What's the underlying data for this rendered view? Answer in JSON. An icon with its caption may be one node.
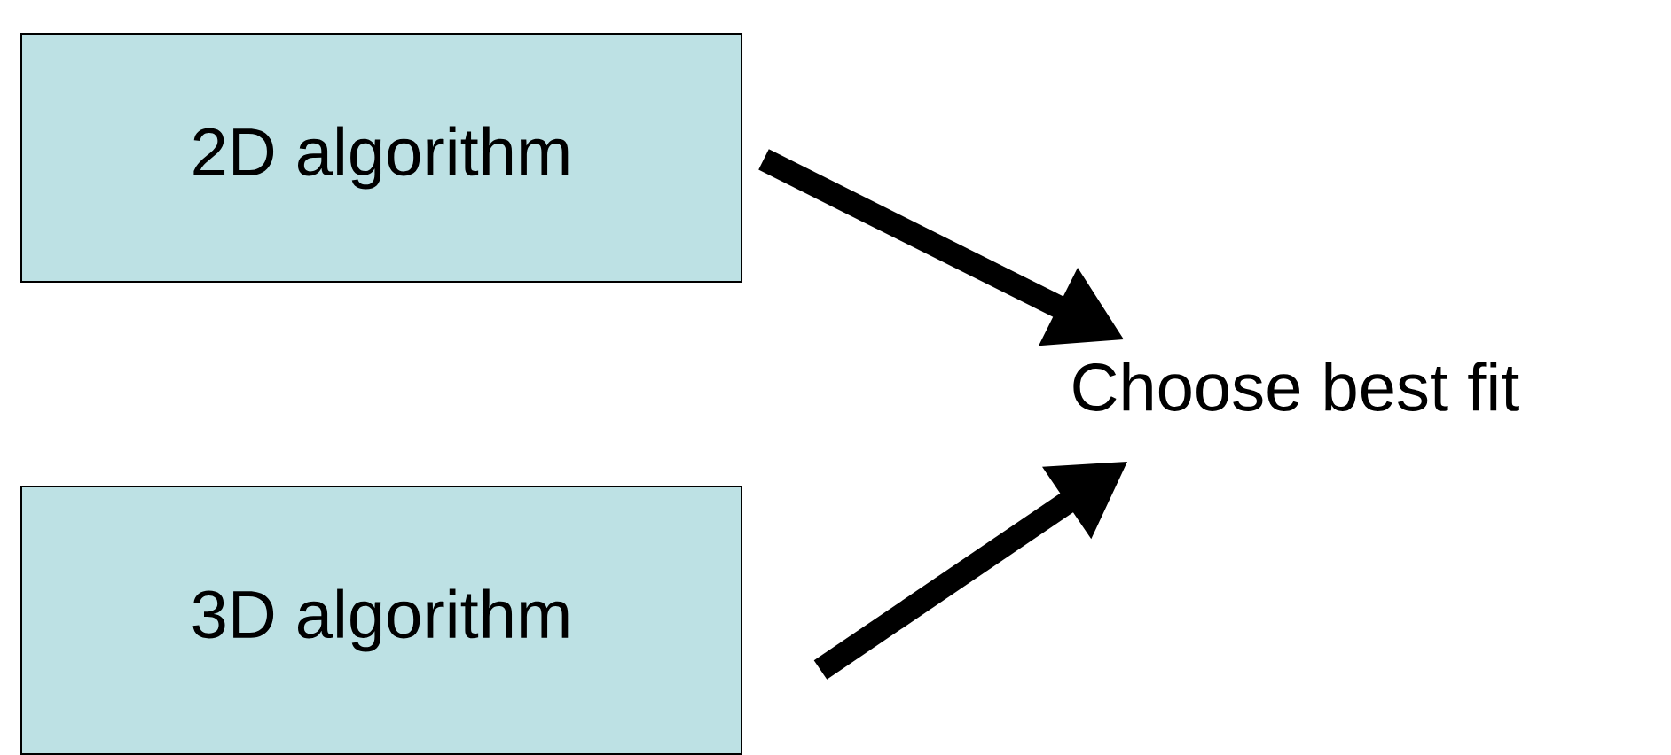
{
  "diagram": {
    "nodes": [
      {
        "text": [
          "2D algorithm"
        ]
      },
      {
        "text": [
          "3D algorithm"
        ]
      },
      {
        "text": [
          "Choose best fit"
        ]
      }
    ],
    "edges": [
      {
        "from": 0,
        "to": 2,
        "arrow": "to"
      },
      {
        "from": 1,
        "to": 2,
        "arrow": "to"
      }
    ]
  }
}
